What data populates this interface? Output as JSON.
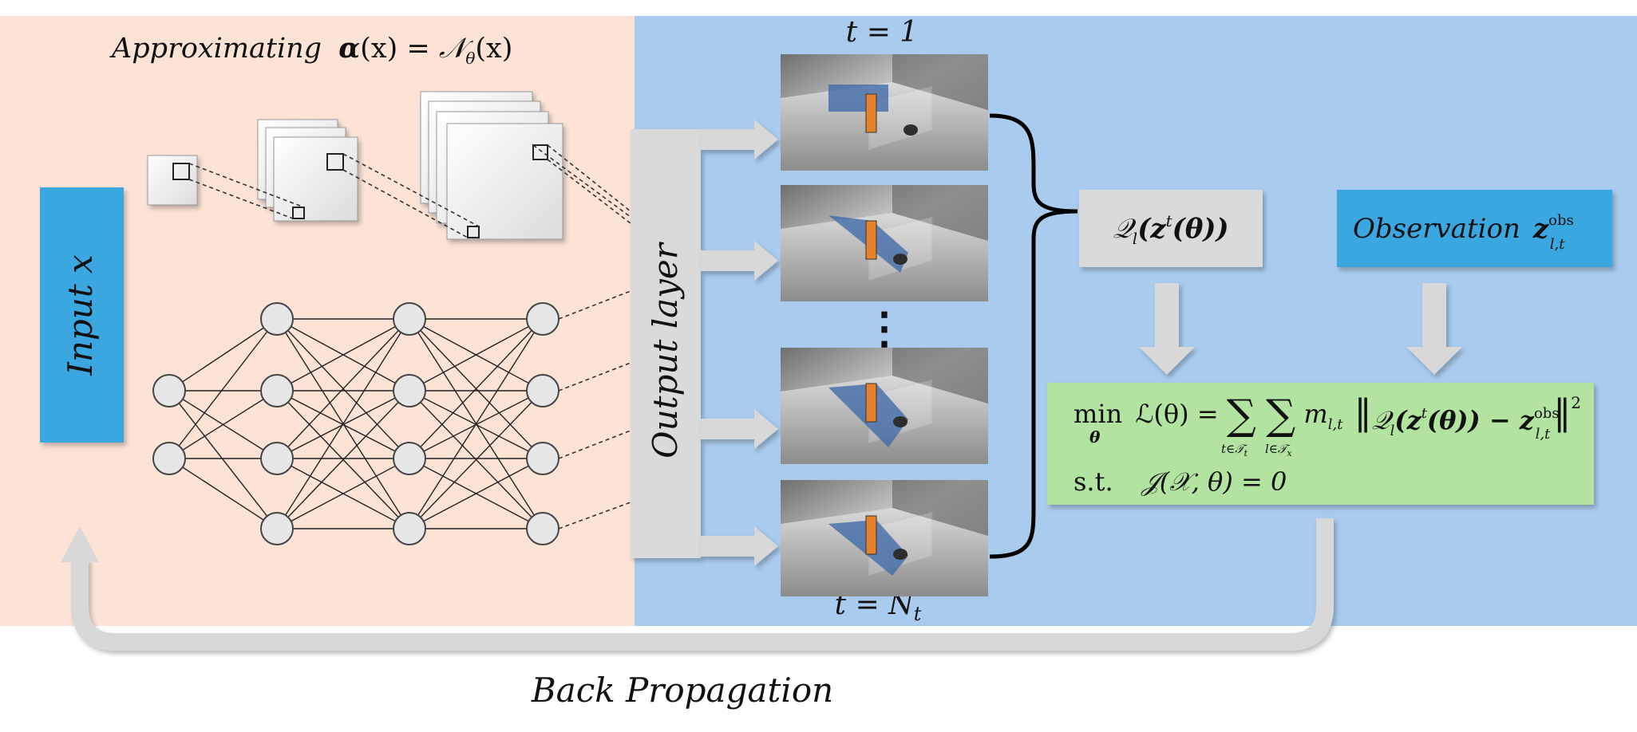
{
  "colors": {
    "left_panel": "#fce3d6",
    "right_panel": "#a8cbee",
    "input_box": "#3aa7e0",
    "observation_box": "#3aa7e0",
    "gray_box": "#dadada",
    "loss_box": "#b2e3a0",
    "arrow_gray": "#d8d8d8",
    "node_fill": "#e6e6e6",
    "frame_orange": "#e6822a"
  },
  "labels": {
    "title_prefix": "Approximating",
    "title_alpha": "α",
    "title_x": "(x) = ",
    "title_N": "𝒩",
    "title_theta": "θ",
    "title_tail": "(x)",
    "input": "Input x",
    "output_layer": "Output layer",
    "t_first": "t = 1",
    "t_last_prefix": "t = N",
    "t_last_sub": "t",
    "dots": "⋮",
    "q_main": "𝒬",
    "q_sub": "l",
    "q_args": "(z",
    "q_sup": "t",
    "q_tail": "(θ))",
    "observation": "Observation",
    "obs_z": "z",
    "obs_sup": "obs",
    "obs_sub": "l,t",
    "loss_min": "min",
    "loss_theta_under": "θ",
    "loss_L": "ℒ(θ) = ",
    "loss_sum1": "∑",
    "loss_sum1_sub": "t∈𝒯",
    "loss_sum1_subsub": "t",
    "loss_sum2": "∑",
    "loss_sum2_sub": "l∈𝒯",
    "loss_sum2_subsub": "x",
    "loss_m": "m",
    "loss_m_sub": "l,t",
    "loss_norm_open": "‖",
    "loss_Q": "𝒬",
    "loss_Q_sub": "l",
    "loss_Q_args": "(z",
    "loss_Q_sup": "t",
    "loss_Q_tail": "(θ)) − z",
    "loss_obs_sup": "obs",
    "loss_obs_sub": "l,t",
    "loss_norm_close": "‖",
    "loss_power": "2",
    "st_label": "s.t.",
    "constraint": "𝒥(𝒳, θ) = 0",
    "back_propagation": "Back Propagation"
  }
}
